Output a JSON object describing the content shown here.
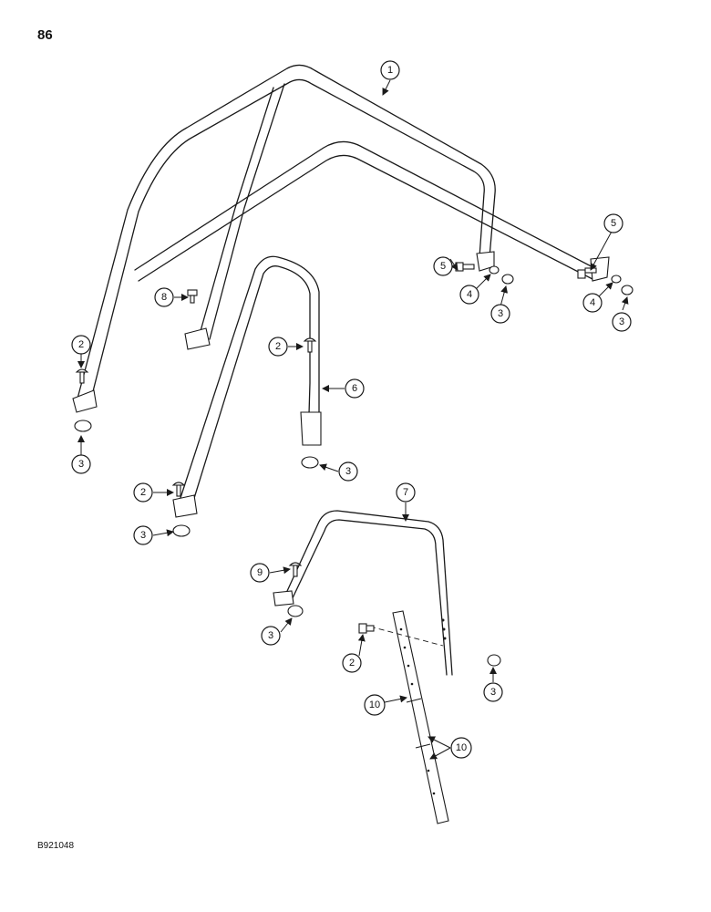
{
  "page": {
    "number": "86",
    "figure_code": "B921048"
  },
  "callouts": [
    "1",
    "2",
    "3",
    "4",
    "5",
    "6",
    "7",
    "8",
    "9",
    "10"
  ]
}
